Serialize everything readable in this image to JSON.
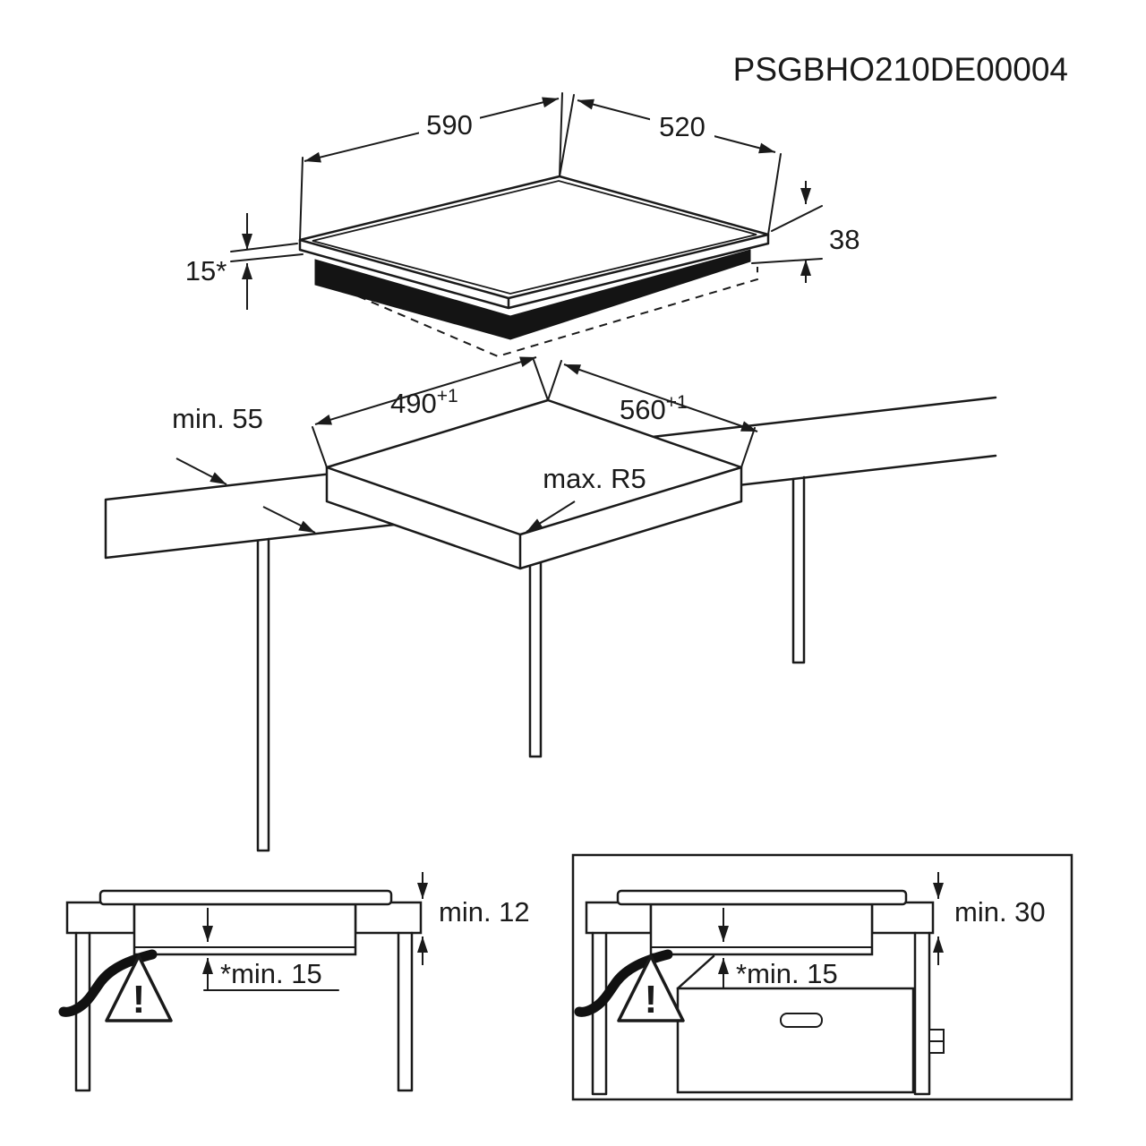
{
  "product_code": "PSGBHO210DE00004",
  "hob_dimensions": {
    "width_mm": "590",
    "depth_mm": "520",
    "total_height_mm": "38",
    "glass_height_mm": "15*"
  },
  "cutout_dimensions": {
    "depth_mm": "490",
    "depth_tolerance": "+1",
    "width_mm": "560",
    "width_tolerance": "+1",
    "min_edge_clearance": "min. 55",
    "max_corner_radius": "max. R5"
  },
  "clearance_left_view": {
    "min_worktop_thickness": "min. 12",
    "min_gap_below_hob": "*min. 15",
    "warning_mark": "!"
  },
  "clearance_right_view": {
    "min_worktop_thickness": "min. 30",
    "min_gap_below_hob": "*min. 15",
    "warning_mark": "!"
  }
}
